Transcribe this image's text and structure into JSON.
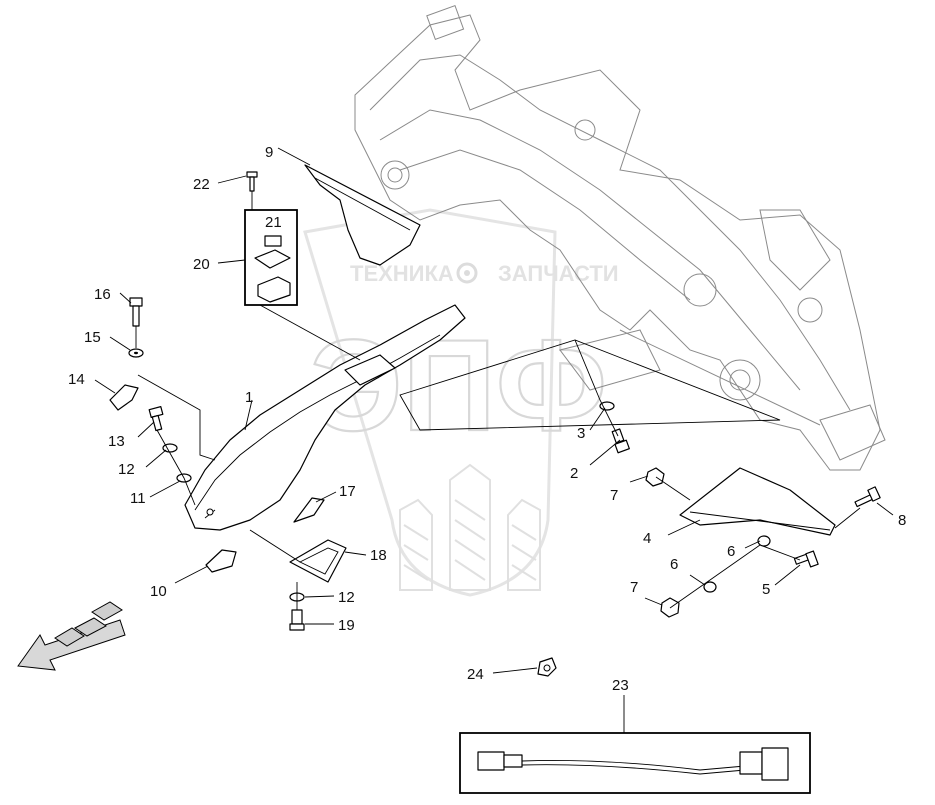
{
  "watermark": {
    "text_left": "ТЕХНИКА",
    "text_right": "ЗАПЧАСТИ",
    "logo_text": "ЭПФ",
    "gear": "gear-icon",
    "wheat": "wheat-ears-icon"
  },
  "callouts": [
    {
      "id": "c1",
      "label": "1"
    },
    {
      "id": "c2",
      "label": "2"
    },
    {
      "id": "c3",
      "label": "3"
    },
    {
      "id": "c4",
      "label": "4"
    },
    {
      "id": "c5",
      "label": "5"
    },
    {
      "id": "c6a",
      "label": "6"
    },
    {
      "id": "c6b",
      "label": "6"
    },
    {
      "id": "c7a",
      "label": "7"
    },
    {
      "id": "c7b",
      "label": "7"
    },
    {
      "id": "c8",
      "label": "8"
    },
    {
      "id": "c9",
      "label": "9"
    },
    {
      "id": "c10",
      "label": "10"
    },
    {
      "id": "c11",
      "label": "11"
    },
    {
      "id": "c12a",
      "label": "12"
    },
    {
      "id": "c12b",
      "label": "12"
    },
    {
      "id": "c13",
      "label": "13"
    },
    {
      "id": "c14",
      "label": "14"
    },
    {
      "id": "c15",
      "label": "15"
    },
    {
      "id": "c16",
      "label": "16"
    },
    {
      "id": "c17",
      "label": "17"
    },
    {
      "id": "c18",
      "label": "18"
    },
    {
      "id": "c19",
      "label": "19"
    },
    {
      "id": "c20",
      "label": "20"
    },
    {
      "id": "c21",
      "label": "21"
    },
    {
      "id": "c22",
      "label": "22"
    },
    {
      "id": "c23",
      "label": "23"
    },
    {
      "id": "c24",
      "label": "24"
    }
  ],
  "icons": {
    "direction": "forward-direction-arrow-icon",
    "harness": "cable-harness-icon",
    "clip": "cable-clip-icon"
  }
}
